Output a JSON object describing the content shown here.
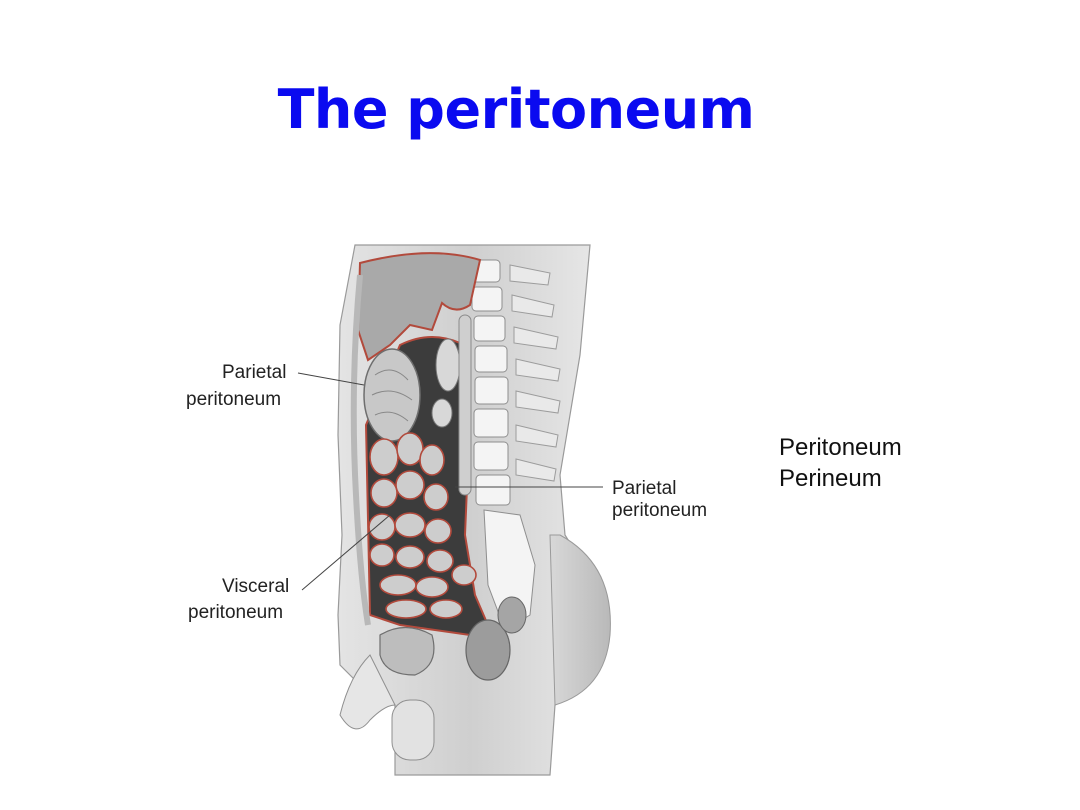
{
  "slide": {
    "title": "The peritoneum"
  },
  "figure": {
    "labels": {
      "parietal_upper": {
        "line1": "Parietal",
        "line2": "peritoneum"
      },
      "parietal_right": {
        "line1": "Parietal",
        "line2": "peritoneum"
      },
      "visceral": {
        "line1": "Visceral",
        "line2": "peritoneum"
      }
    },
    "membrane_color": "#b24a3c"
  },
  "notes": {
    "line1": "Peritoneum",
    "line2": "Perineum"
  },
  "colors": {
    "title": "#0a0af0"
  }
}
